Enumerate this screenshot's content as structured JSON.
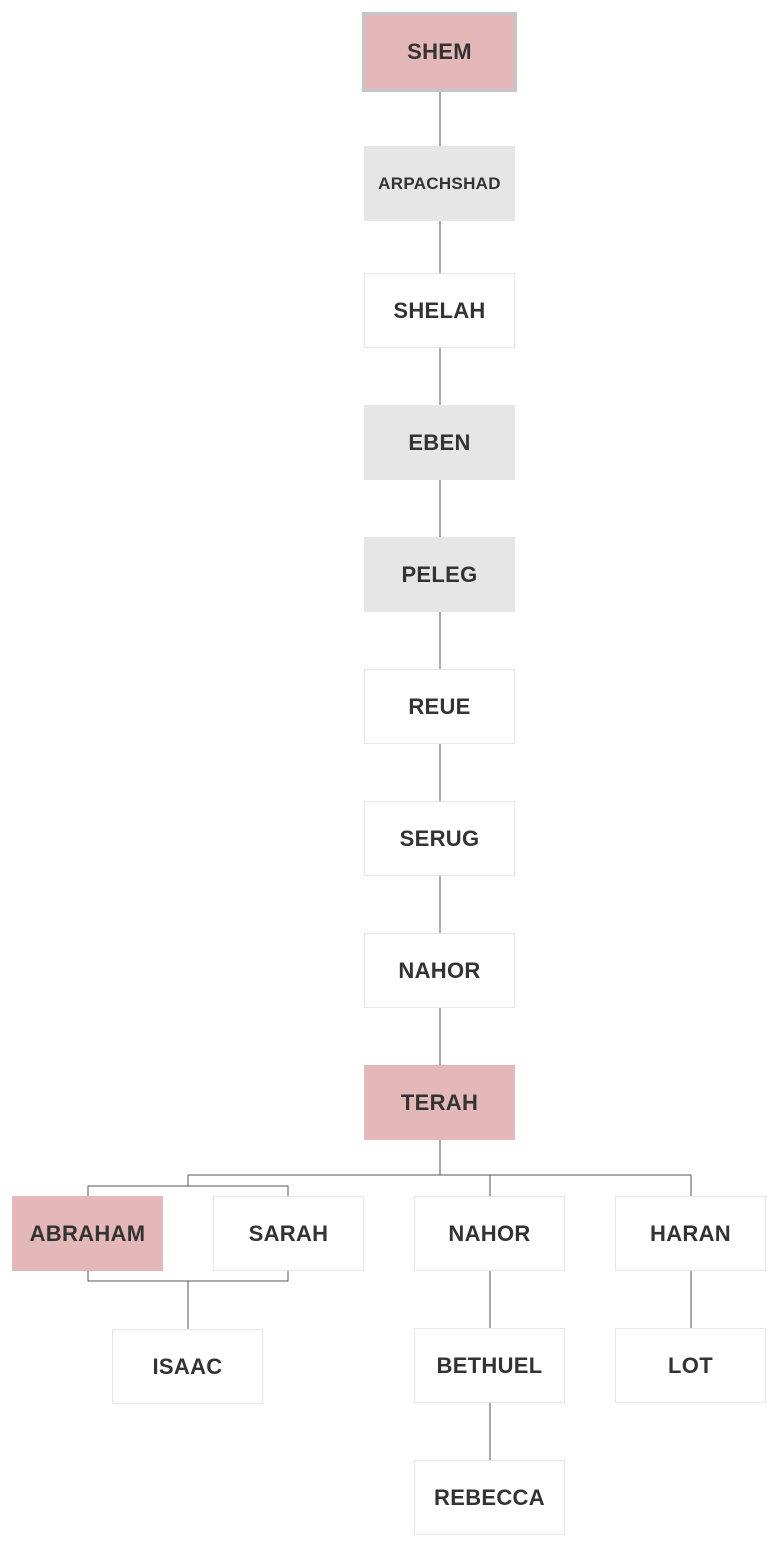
{
  "colors": {
    "highlight": "#e4b8b8",
    "shaded": "#e6e6e6",
    "plain": "#ffffff",
    "line": "#555555",
    "text": "#333333"
  },
  "nodes": {
    "shem": "SHEM",
    "arpachshad": "ARPACHSHAD",
    "shelah": "SHELAH",
    "eben": "EBEN",
    "peleg": "PELEG",
    "reue": "REUE",
    "serug": "SERUG",
    "nahor_1": "NAHOR",
    "terah": "TERAH",
    "abraham": "ABRAHAM",
    "sarah": "SARAH",
    "nahor_2": "NAHOR",
    "haran": "HARAN",
    "isaac": "ISAAC",
    "bethuel": "BETHUEL",
    "lot": "LOT",
    "rebecca": "REBECCA"
  }
}
